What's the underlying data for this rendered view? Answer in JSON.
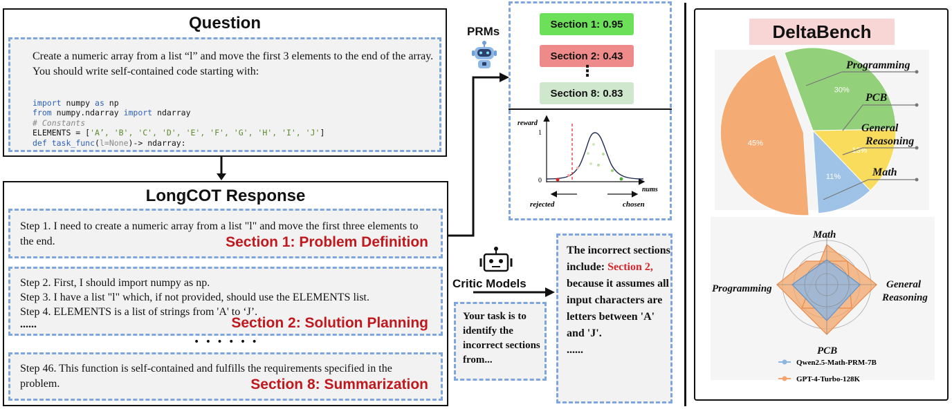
{
  "question": {
    "title": "Question",
    "text": "Create a numeric array from a list “l” and move the first 3 elements to the end of the array. You should write self-contained code starting with:",
    "code": {
      "import_kw": "import",
      "import_mod": " numpy ",
      "as_kw": "as",
      "alias": " np",
      "from_kw": "from",
      "from_mod": " numpy.ndarray ",
      "import_kw2": "import",
      "import_name": " ndarray",
      "comment": "# Constants",
      "elements_prefix": "ELEMENTS = [",
      "elements_strs": "'A’, 'B', 'C', 'D', 'E', 'F', 'G', 'H', 'I', 'J'",
      "elements_suffix": "]",
      "def_kw": "def",
      "func_name": " task_func",
      "func_open": "(",
      "func_param": "l=None",
      "func_close": ")-> ndarray:"
    }
  },
  "response": {
    "title": "LongCOT Response",
    "section1": {
      "lines": [
        "Step 1. I need to create a numeric array from a list \"l\" and move the first three elements to",
        "the end."
      ],
      "tag": "Section 1: Problem Definition"
    },
    "section2": {
      "lines": [
        "Step 2. First, I should import numpy as np.",
        "Step 3. I have a list \"l\" which, if not provided, should use the ELEMENTS list.",
        "Step 4. ELEMENTS is a list of strings from 'A' to ‘J’.",
        "......"
      ],
      "tag": "Section 2: Solution Planning"
    },
    "ellipsis": "• • • • • •",
    "section8": {
      "lines": [
        "Step 46. This function is self-contained and fulfills the requirements specified in the",
        "problem."
      ],
      "tag": "Section 8: Summarization"
    }
  },
  "prms": {
    "label": "PRMs",
    "scores": [
      {
        "label": "Section 1: 0.95",
        "color": "#6de05a"
      },
      {
        "label": "Section 2: 0.43",
        "color": "#ef8a8a"
      },
      {
        "label": "Section 8: 0.83",
        "color": "#cfe8cd"
      }
    ],
    "vdots": "⋮"
  },
  "reward_chart": {
    "y_label": "reward",
    "y_tick_top": "1",
    "y_tick_zero": "0",
    "x_label": "nums",
    "rejected": "rejected",
    "chosen": "chosen"
  },
  "critic": {
    "label": "Critic Models",
    "prompt": "Your task is to identify the incorrect sections from...",
    "answer_pre": "The incorrect sections include:",
    "answer_highlight": "Section 2,",
    "answer_post": "because it assumes all input characters are letters between 'A' and 'J'.",
    "answer_end": "......"
  },
  "deltabench": {
    "title": "DeltaBench",
    "pie": {
      "slices": [
        {
          "label": "Programming",
          "pct": 30,
          "pct_label": "30%",
          "color": "#93d07a"
        },
        {
          "label": "PCB",
          "pct": 13,
          "pct_label": "13%",
          "color": "#f9dc5c"
        },
        {
          "label": "General Reasoning",
          "pct": 11,
          "pct_label": "11%",
          "color": "#9fc3e7"
        },
        {
          "label": "Math",
          "pct": 45,
          "pct_label": "45%",
          "color": "#f4ab74"
        }
      ],
      "labels": {
        "programming": "Programming",
        "pcb": "PCB",
        "general": "General",
        "reasoning": "Reasoning",
        "math": "Math"
      }
    },
    "radar": {
      "axes": {
        "top": "Math",
        "right1": "General",
        "right2": "Reasoning",
        "bottom": "PCB",
        "left": "Programming"
      },
      "series": [
        {
          "name": "Qwen2.5-Math-PRM-7B",
          "color": "#8db6e3"
        },
        {
          "name": "GPT-4-Turbo-128K",
          "color": "#f2a56a"
        }
      ]
    }
  }
}
